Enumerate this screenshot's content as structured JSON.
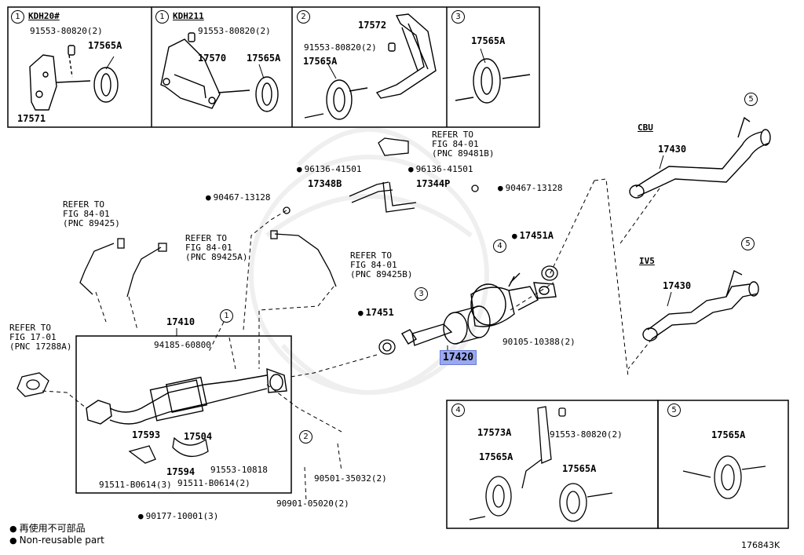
{
  "figure_id": "176843K",
  "highlight_part": "17420",
  "panels": {
    "p1a": {
      "circle": "1",
      "header": "KDH20#",
      "labels": [
        "91553-80820(2)",
        "17565A",
        "17571"
      ]
    },
    "p1b": {
      "circle": "1",
      "header": "KDH211",
      "labels": [
        "91553-80820(2)",
        "17570",
        "17565A"
      ]
    },
    "p2": {
      "circle": "2",
      "labels": [
        "17572",
        "91553-80820(2)",
        "17565A"
      ]
    },
    "p3": {
      "circle": "3",
      "labels": [
        "17565A"
      ]
    },
    "p4": {
      "circle": "4",
      "labels": [
        "17573A",
        "91553-80820(2)",
        "17565A",
        "17565A"
      ]
    },
    "p5": {
      "circle": "5",
      "labels": [
        "17565A"
      ]
    }
  },
  "refs": {
    "r1": [
      "REFER TO",
      "FIG 84-01",
      "(PNC 89481B)"
    ],
    "r2": [
      "REFER TO",
      "FIG 84-01",
      "(PNC 89425)"
    ],
    "r3": [
      "REFER TO",
      "FIG 84-01",
      "(PNC 89425A)"
    ],
    "r4": [
      "REFER TO",
      "FIG 84-01",
      "(PNC 89425B)"
    ],
    "r5": [
      "REFER TO",
      "FIG 17-01",
      "(PNC 17288A)"
    ]
  },
  "main_labels": {
    "p96136a": "96136-41501",
    "p96136b": "96136-41501",
    "p17348B": "17348B",
    "p17344P": "17344P",
    "p90467a": "90467-13128",
    "p90467b": "90467-13128",
    "p17451A": "17451A",
    "p17451": "17451",
    "p17410": "17410",
    "p94185": "94185-60800",
    "p17593": "17593",
    "p17504": "17504",
    "p17594": "17594",
    "p91553_10818": "91553-10818",
    "p91511a": "91511-B0614(3)",
    "p91511b": "91511-B0614(2)",
    "p90501": "90501-35032(2)",
    "p90901": "90901-05020(2)",
    "p90177": "90177-10001(3)",
    "p90105": "90105-10388(2)",
    "p17420": "17420",
    "p17430a": "17430",
    "p17430b": "17430",
    "cbu": "CBU",
    "iv5": "IV5",
    "c1": "1",
    "c2": "2",
    "c3": "3",
    "c4": "4",
    "c5a": "5",
    "c5b": "5"
  },
  "legend": {
    "jp": "再使用不可部品",
    "en": "Non-reusable part"
  }
}
